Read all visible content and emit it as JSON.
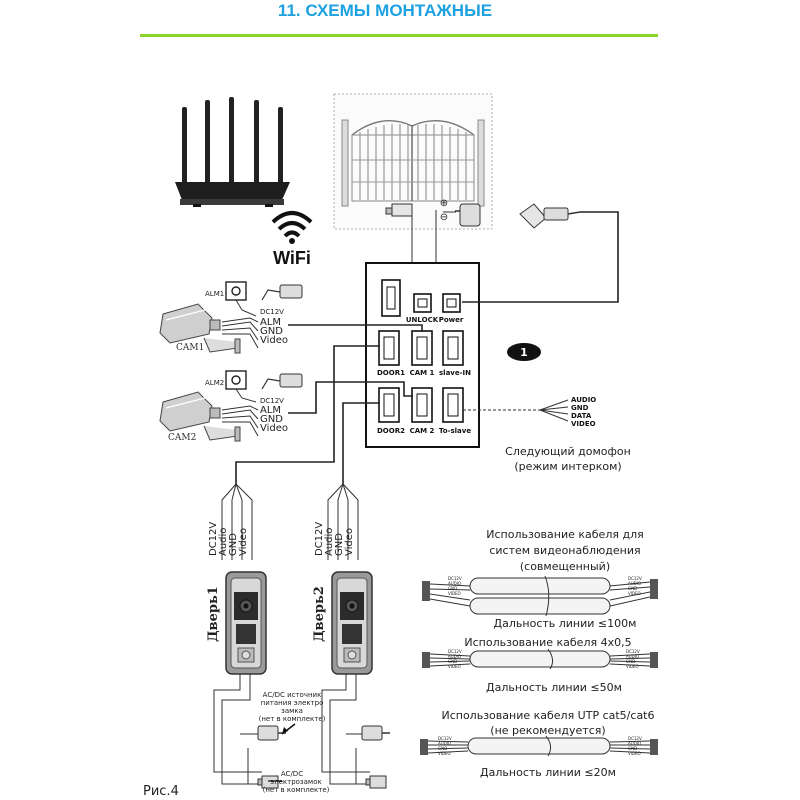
{
  "title": "11. СХЕМЫ МОНТАЖНЫЕ",
  "accent_color": "#1da1e0",
  "rule_color": "#8cd32a",
  "wifi_label": "WiFi",
  "panel": {
    "ports": {
      "unlock": "UNLOCK",
      "power": "Power",
      "door1": "DOOR1",
      "cam1": "CAM 1",
      "slave_in": "slave-IN",
      "door2": "DOOR2",
      "cam2": "CAM 2",
      "to_slave": "To-slave"
    },
    "badge": "1",
    "plus": "⊕",
    "minus": "⊖"
  },
  "cameras": [
    {
      "alarm": "ALM1",
      "cam": "CAM1",
      "wires": [
        "DC12V",
        "ALM",
        "GND",
        "Video"
      ]
    },
    {
      "alarm": "ALM2",
      "cam": "CAM2",
      "wires": [
        "DC12V",
        "ALM",
        "GND",
        "Video"
      ]
    }
  ],
  "slave_wires": [
    "AUDIO",
    "GND",
    "DATA",
    "VIDEO"
  ],
  "slave_caption": [
    "Следующий домофон",
    "(режим интерком)"
  ],
  "door_wires": [
    "DC12V",
    "Audio",
    "GND",
    "Video"
  ],
  "doors": [
    {
      "label": "Дверь1"
    },
    {
      "label": "Дверь2"
    }
  ],
  "psu_note": [
    "AC/DC источник",
    "питания электро",
    "замка",
    "(нет в комплекте)"
  ],
  "lock_note": [
    "AC/DC",
    "электрозамок",
    "(нет в комплекте)"
  ],
  "cables": [
    {
      "title": [
        "Использование кабеля для",
        "систем видеонаблюдения",
        "(совмещенный)"
      ],
      "distance": "Дальность линии ≤100м",
      "ends": [
        "DC12V",
        "AUDIO",
        "GND",
        "VIDEO"
      ]
    },
    {
      "title": [
        "Использование кабеля 4x0,5"
      ],
      "distance": "Дальность линии ≤50м",
      "ends": [
        "DC12V",
        "AUDIO",
        "GND",
        "VIDEO"
      ]
    },
    {
      "title": [
        "Использование кабеля UTP cat5/cat6",
        "(не рекомендуется)"
      ],
      "distance": "Дальность линии ≤20м",
      "ends": [
        "DC12V",
        "AUDIO",
        "GND",
        "VIDEO"
      ]
    }
  ],
  "figure_label": "Рис.4"
}
